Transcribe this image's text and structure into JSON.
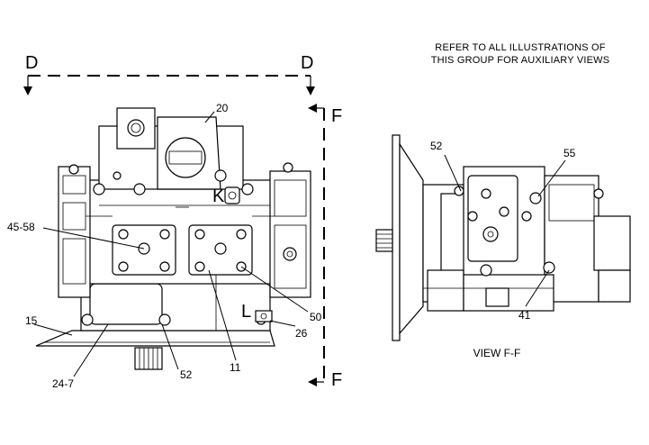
{
  "note": {
    "line1": "REFER TO ALL ILLUSTRATIONS OF",
    "line2": "THIS GROUP FOR AUXILIARY VIEWS"
  },
  "section_marks": {
    "d_left": "D",
    "d_right": "D",
    "f_top": "F",
    "f_bottom": "F"
  },
  "letters": {
    "k": "K",
    "l": "L"
  },
  "callouts": {
    "c20": "20",
    "c45_58": "45-58",
    "c15": "15",
    "c24_7": "24-7",
    "c52_main": "52",
    "c11": "11",
    "c26": "26",
    "c50": "50",
    "c52_side": "52",
    "c55": "55",
    "c41": "41"
  },
  "view_label": "VIEW F-F"
}
